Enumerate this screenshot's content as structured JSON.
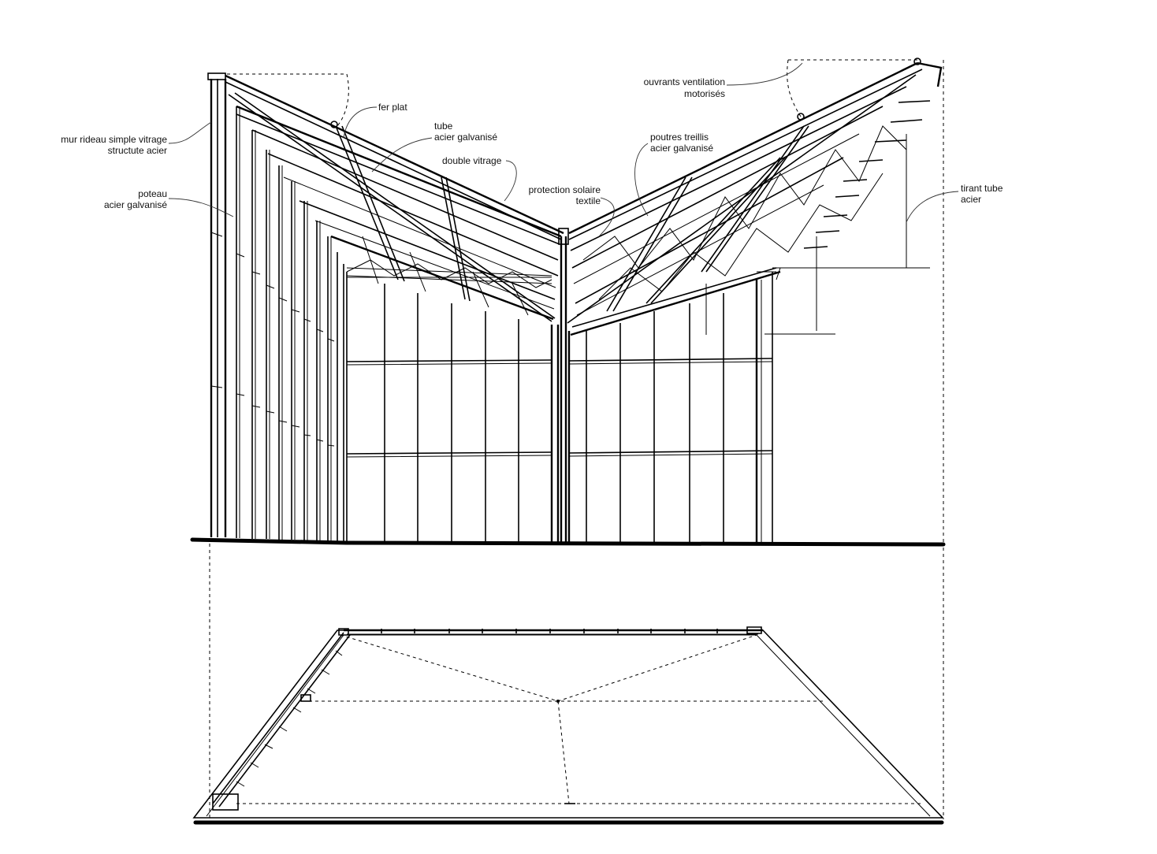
{
  "annotations": {
    "curtain_wall_1": "mur rideau simple vitrage",
    "curtain_wall_2": "structute acier",
    "post_1": "poteau",
    "post_2": "acier galvanisé",
    "flat_iron": "fer plat",
    "tube_1": "tube",
    "tube_2": "acier galvanisé",
    "double_glazing": "double vitrage",
    "sun_protection_1": "protection solaire",
    "sun_protection_2": "textile",
    "truss_1": "poutres treillis",
    "truss_2": "acier galvanisé",
    "ventilation_1": "ouvrants ventilation",
    "ventilation_2": "motorisés",
    "tie_rod_1": "tirant tube",
    "tie_rod_2": "acier"
  }
}
